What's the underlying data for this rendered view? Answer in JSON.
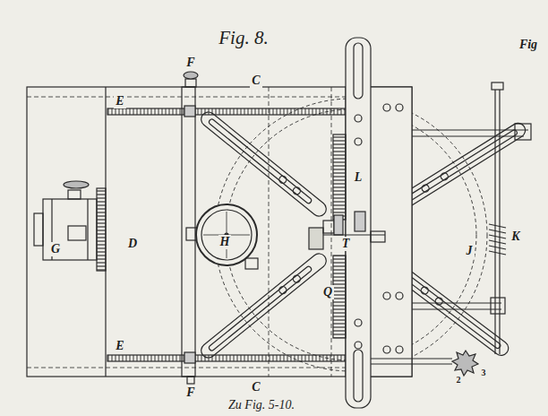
{
  "diagram": {
    "title": "Fig. 8.",
    "caption": "Zu Fig. 5-10.",
    "labels": [
      "Fig",
      "F",
      "C",
      "E",
      "G",
      "D",
      "H",
      "L",
      "T",
      "Q",
      "J",
      "K",
      "E",
      "2",
      "3",
      "F",
      "C"
    ]
  }
}
